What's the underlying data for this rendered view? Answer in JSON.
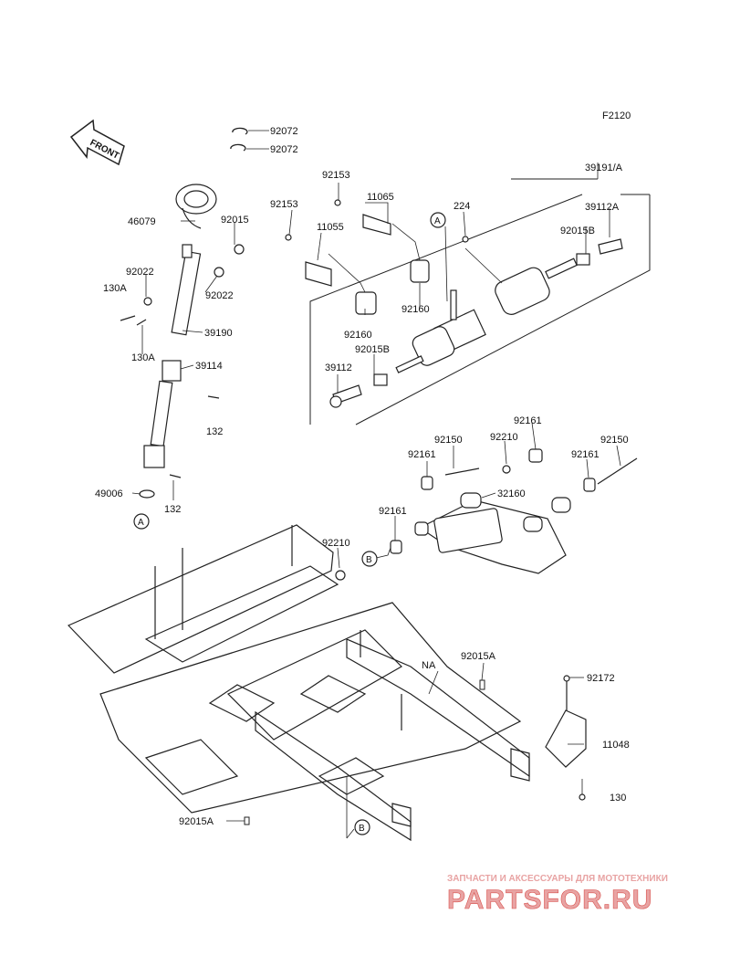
{
  "figure_code": "F2120",
  "front_label": "FRONT",
  "colors": {
    "line": "#222222",
    "watermark": "#d9534f",
    "watermark_light": "#e8a3a3",
    "watermark_text": "#b03a3a"
  },
  "callouts": {
    "A_top": "A",
    "A_bottom": "A",
    "B_mid": "B",
    "B_bottom": "B"
  },
  "labels": {
    "c92072a": "92072",
    "c92072b": "92072",
    "c92153a": "92153",
    "c11065": "11065",
    "c39191": "39191/A",
    "c39112a": "39112A",
    "c92153b": "92153",
    "c224": "224",
    "c46079": "46079",
    "c92015": "92015",
    "c11055": "11055",
    "c92015b_1": "92015B",
    "c92022a": "92022",
    "c130a_1": "130A",
    "c92022b": "92022",
    "c39190": "39190",
    "c130a_2": "130A",
    "c92160a": "92160",
    "c92160b": "92160",
    "c92015b_2": "92015B",
    "c39114": "39114",
    "c39112": "39112",
    "c132a": "132",
    "c92161a": "92161",
    "c92150a": "92150",
    "c92210a": "92210",
    "c92161b": "92161",
    "c92161c": "92161",
    "c92150b": "92150",
    "c49006": "49006",
    "c132b": "132",
    "c32160": "32160",
    "c92161d": "92161",
    "c92210b": "92210",
    "cNA": "NA",
    "c92015a_1": "92015A",
    "c92172": "92172",
    "c11048": "11048",
    "c130": "130",
    "c92015a_2": "92015A"
  },
  "watermark": {
    "tagline": "ЗАПЧАСТИ И АКСЕССУАРЫ ДЛЯ МОТОТЕХНИКИ",
    "brand": "PARTSFOR.RU"
  }
}
